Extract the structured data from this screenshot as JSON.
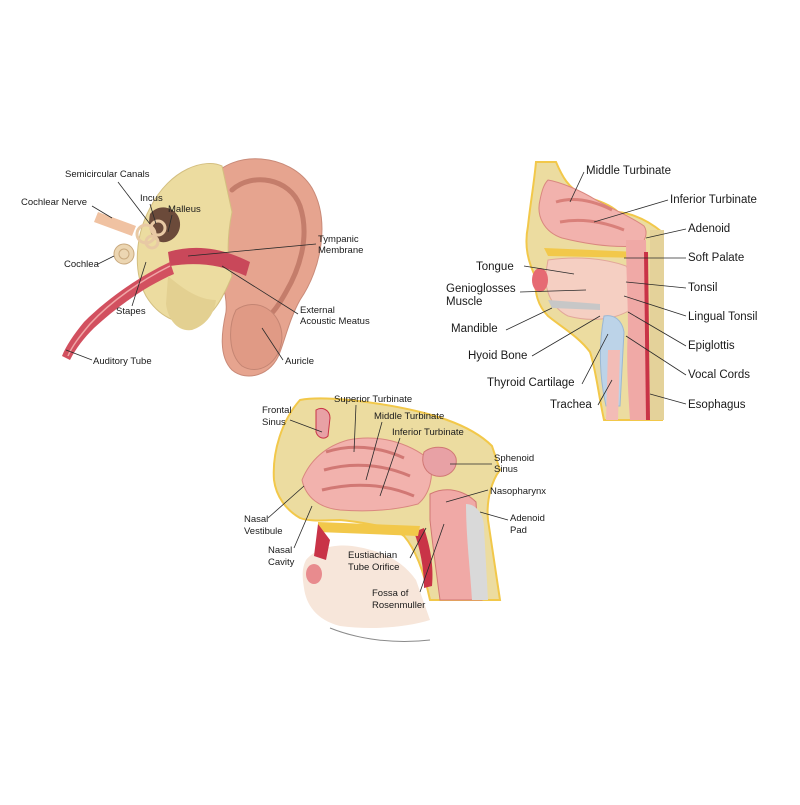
{
  "ear": {
    "labels": {
      "semicircular_canals": "Semicircular Canals",
      "cochlear_nerve": "Cochlear Nerve",
      "incus": "Incus",
      "malleus": "Malleus",
      "cochlea": "Cochlea",
      "tympanic_membrane_1": "Tympanic",
      "tympanic_membrane_2": "Membrane",
      "stapes": "Stapes",
      "external_acoustic_meatus_1": "External",
      "external_acoustic_meatus_2": "Acoustic Meatus",
      "auditory_tube": "Auditory Tube",
      "auricle": "Auricle"
    }
  },
  "throat": {
    "labels": {
      "middle_turbinate": "Middle Turbinate",
      "inferior_turbinate": "Inferior Turbinate",
      "adenoid": "Adenoid",
      "soft_palate": "Soft Palate",
      "tongue": "Tongue",
      "tonsil": "Tonsil",
      "genioglosses_muscle_1": "Genioglosses",
      "genioglosses_muscle_2": "Muscle",
      "lingual_tonsil": "Lingual Tonsil",
      "mandible": "Mandible",
      "epiglottis": "Epiglottis",
      "hyoid_bone": "Hyoid Bone",
      "vocal_cords": "Vocal Cords",
      "thyroid_cartilage": "Thyroid Cartilage",
      "trachea": "Trachea",
      "esophagus": "Esophagus"
    }
  },
  "nose": {
    "labels": {
      "superior_turbinate": "Superior Turbinate",
      "frontal_sinus_1": "Frontal",
      "frontal_sinus_2": "Sinus",
      "middle_turbinate": "Middle Turbinate",
      "inferior_turbinate": "Inferior Turbinate",
      "sphenoid_sinus_1": "Sphenoid",
      "sphenoid_sinus_2": "Sinus",
      "nasopharynx": "Nasopharynx",
      "adenoid_pad_1": "Adenoid",
      "adenoid_pad_2": "Pad",
      "nasal_vestibule_1": "Nasal",
      "nasal_vestibule_2": "Vestibule",
      "nasal_cavity_1": "Nasal",
      "nasal_cavity_2": "Cavity",
      "eustachian_tube_orifice_1": "Eustiachian",
      "eustachian_tube_orifice_2": "Tube Orifice",
      "fossa_of_rosenmuller_1": "Fossa of",
      "fossa_of_rosenmuller_2": "Rosenmuller"
    }
  },
  "colors": {
    "skin": "#e8a58e",
    "skin_dark": "#c97b6a",
    "bone": "#ecdca0",
    "bone_dark": "#d9c27a",
    "mucosa": "#f0a9a6",
    "mucosa_light": "#f6c9c3",
    "vessel": "#c93347",
    "bone_outline": "#f2c84a",
    "cartilage": "#bcd3e8",
    "background": "#ffffff"
  }
}
